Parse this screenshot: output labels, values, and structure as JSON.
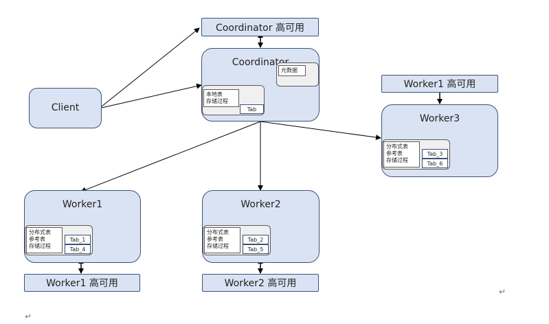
{
  "client": {
    "label": "Client"
  },
  "coordinator": {
    "label": "Coordinator",
    "ha_label": "Coordinator 高可用",
    "metadata_label": "元数据",
    "local_lines": [
      "本地表",
      "存储过程"
    ],
    "tab": "Tab"
  },
  "worker1": {
    "label": "Worker1",
    "ha_label": "Worker1 高可用",
    "lines": [
      "分布式表",
      "参考表",
      "存储过程"
    ],
    "tabs": [
      "Tab_1",
      "Tab_4"
    ]
  },
  "worker2": {
    "label": "Worker2",
    "ha_label": "Worker2 高可用",
    "lines": [
      "分布式表",
      "参考表",
      "存储过程"
    ],
    "tabs": [
      "Tab_2",
      "Tab_5"
    ]
  },
  "worker3": {
    "label": "Worker3",
    "ha_label": "Worker1 高可用",
    "lines": [
      "分布式表",
      "参考表",
      "存储过程"
    ],
    "tabs": [
      "Tab_3",
      "Tab_6"
    ]
  },
  "paragraph_mark": "↵",
  "colors": {
    "node_fill": "#dae3f3",
    "node_border": "#3b4f78",
    "arrow": "#000000"
  }
}
